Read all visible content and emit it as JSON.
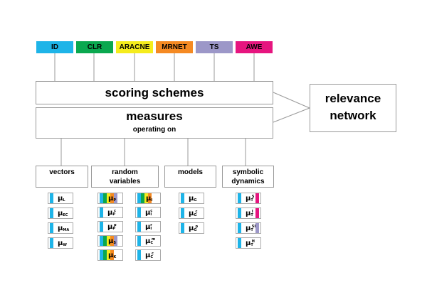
{
  "colors": {
    "cyan": "#1eb4e8",
    "green": "#0aa84f",
    "yellow": "#f5ec1d",
    "orange": "#f58a23",
    "lavender": "#9c97c8",
    "magenta": "#e6157f",
    "line": "#999999"
  },
  "schemes": [
    {
      "label": "ID",
      "color": "#1eb4e8"
    },
    {
      "label": "CLR",
      "color": "#0aa84f"
    },
    {
      "label": "ARACNE",
      "color": "#f5ec1d"
    },
    {
      "label": "MRNET",
      "color": "#f58a23"
    },
    {
      "label": "TS",
      "color": "#9c97c8"
    },
    {
      "label": "AWE",
      "color": "#e6157f"
    }
  ],
  "scoring_schemes": "scoring schemes",
  "measures": {
    "title": "measures",
    "subtitle": "operating on"
  },
  "relevance_network": {
    "line1": "relevance",
    "line2": "network"
  },
  "categories": [
    {
      "line1": "vectors",
      "line2": ""
    },
    {
      "line1": "random",
      "line2": "variables"
    },
    {
      "line1": "models",
      "line2": ""
    },
    {
      "line1": "symbolic",
      "line2": "dynamics"
    }
  ],
  "measure_groups": [
    {
      "category": "vectors",
      "items": [
        {
          "base": "μ",
          "sub": "L",
          "sup": "",
          "stripes": [
            "cyan"
          ]
        },
        {
          "base": "μ",
          "sub": "EC",
          "sup": "",
          "stripes": [
            "cyan"
          ]
        },
        {
          "base": "μ",
          "sub": "MA",
          "sup": "",
          "stripes": [
            "cyan"
          ]
        },
        {
          "base": "μ",
          "sub": "W",
          "sup": "",
          "stripes": [
            "cyan"
          ]
        }
      ]
    },
    {
      "category": "random variables (left)",
      "items": [
        {
          "base": "μ",
          "sub": "P",
          "sup": "",
          "stripes": [
            "cyan",
            "green",
            "yellow",
            "orange",
            "lavender"
          ]
        },
        {
          "base": "μ",
          "sub": "P",
          "sup": "c",
          "stripes": [
            "cyan"
          ]
        },
        {
          "base": "μ",
          "sub": "P",
          "sup": "p",
          "stripes": [
            "cyan"
          ]
        },
        {
          "base": "μ",
          "sub": "S",
          "sup": "",
          "stripes": [
            "cyan",
            "green",
            "yellow",
            "orange",
            "lavender"
          ]
        },
        {
          "base": "μ",
          "sub": "K",
          "sup": "",
          "stripes": [
            "cyan",
            "green",
            "yellow",
            "orange"
          ]
        }
      ]
    },
    {
      "category": "random variables (right)",
      "items": [
        {
          "base": "μ",
          "sub": "I",
          "sup": "",
          "stripes": [
            "cyan",
            "green",
            "yellow",
            "orange"
          ]
        },
        {
          "base": "μ",
          "sub": "I",
          "sup": "c",
          "stripes": [
            "cyan"
          ]
        },
        {
          "base": "μ",
          "sub": "I",
          "sup": "r",
          "stripes": [
            "cyan"
          ]
        },
        {
          "base": "μ",
          "sub": "C",
          "sup": "m",
          "stripes": [
            "cyan"
          ]
        },
        {
          "base": "μ",
          "sub": "C",
          "sup": "c",
          "stripes": [
            "cyan"
          ]
        }
      ]
    },
    {
      "category": "models",
      "items": [
        {
          "base": "μ",
          "sub": "G",
          "sup": "",
          "stripes": [
            "cyan"
          ]
        },
        {
          "base": "μ",
          "sub": "G",
          "sup": "c",
          "stripes": [
            "cyan"
          ]
        },
        {
          "base": "μ",
          "sub": "G",
          "sup": "p",
          "stripes": [
            "cyan"
          ]
        }
      ]
    },
    {
      "category": "symbolic dynamics",
      "items": [
        {
          "base": "μ",
          "sub": "T",
          "sup": "S",
          "stripes": [
            "cyan"
          ],
          "right_stripe": "magenta"
        },
        {
          "base": "μ",
          "sub": "T",
          "sup": "I",
          "stripes": [
            "cyan"
          ],
          "right_stripe": "magenta"
        },
        {
          "base": "μ",
          "sub": "T",
          "sup": "SI",
          "stripes": [
            "cyan"
          ],
          "right_stripe": "lavender"
        },
        {
          "base": "μ",
          "sub": "T",
          "sup": "H",
          "stripes": [
            "cyan"
          ]
        }
      ]
    }
  ]
}
